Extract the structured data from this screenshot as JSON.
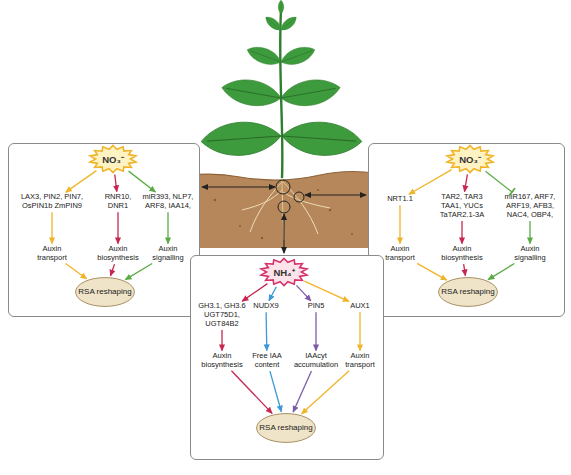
{
  "diagram": {
    "nodes": [
      {
        "text": []
      },
      {
        "text": [
          "NO₃⁻"
        ],
        "in": 0
      },
      {
        "text": [
          "LAX3, PIN2, PIN7, OsPIN1b ZmPIN9"
        ],
        "in": 0
      },
      {
        "text": [
          "RNR10, DNR1"
        ],
        "in": 0
      },
      {
        "text": [
          "miR393, NLP7, ARF8, IAA14,"
        ],
        "in": 0
      },
      {
        "text": [
          "Auxin transport"
        ],
        "in": 0
      },
      {
        "text": [
          "Auxin biosynthesis"
        ],
        "in": 0
      },
      {
        "text": [
          "Auxin signalling"
        ],
        "in": 0
      },
      {
        "text": [
          "RSA reshaping"
        ],
        "in": 0
      },
      {
        "text": []
      },
      {
        "text": [
          "NO₃⁻"
        ],
        "in": 9
      },
      {
        "text": [
          "NRT1.1"
        ],
        "in": 9
      },
      {
        "text": [
          "TAR2, TAR3 TAA1, YUCs TaTAR2.1-3A"
        ],
        "in": 9
      },
      {
        "text": [
          "miR167, ARF7, ARF19, AFB3, NAC4, OBP4,"
        ],
        "in": 9
      },
      {
        "text": [
          "Auxin transport"
        ],
        "in": 9
      },
      {
        "text": [
          "Auxin biosynthesis"
        ],
        "in": 9
      },
      {
        "text": [
          "Auxin signalling"
        ],
        "in": 9
      },
      {
        "text": [
          "RSA reshaping"
        ],
        "in": 9
      },
      {
        "text": []
      },
      {
        "text": [
          "NH₄⁺"
        ],
        "in": 18
      },
      {
        "text": [
          "GH3.1, GH3.6 UGT75D1, UGT84B2"
        ],
        "in": 18
      },
      {
        "text": [
          "NUDX9"
        ],
        "in": 18
      },
      {
        "text": [
          "PIN5"
        ],
        "in": 18
      },
      {
        "text": [
          "AUX1"
        ],
        "in": 18
      },
      {
        "text": [
          "Auxin biosynthesis"
        ],
        "in": 18
      },
      {
        "text": [
          "Free IAA content"
        ],
        "in": 18
      },
      {
        "text": [
          "IAAcyt accumulation"
        ],
        "in": 18
      },
      {
        "text": [
          "Auxin transport"
        ],
        "in": 18
      },
      {
        "text": [
          "RSA reshaping"
        ],
        "in": 18
      }
    ],
    "edges": [
      {
        "from": 1,
        "to": 2,
        "arrow": "to"
      },
      {
        "from": 1,
        "to": 3,
        "arrow": "to"
      },
      {
        "from": 1,
        "to": 4,
        "arrow": "to"
      },
      {
        "from": 2,
        "to": 5,
        "arrow": "to"
      },
      {
        "from": 3,
        "to": 6,
        "arrow": "to"
      },
      {
        "from": 4,
        "to": 7,
        "arrow": "to"
      },
      {
        "from": 5,
        "to": 8,
        "arrow": "to"
      },
      {
        "from": 6,
        "to": 8,
        "arrow": "to"
      },
      {
        "from": 7,
        "to": 8,
        "arrow": "to"
      },
      {
        "from": 10,
        "to": 11,
        "arrow": "to"
      },
      {
        "from": 10,
        "to": 12,
        "arrow": "to"
      },
      {
        "from": 10,
        "to": 13,
        "arrow": "to"
      },
      {
        "from": 11,
        "to": 14,
        "arrow": "to"
      },
      {
        "from": 12,
        "to": 15,
        "arrow": "to"
      },
      {
        "from": 13,
        "to": 16,
        "arrow": "to"
      },
      {
        "from": 14,
        "to": 17,
        "arrow": "to"
      },
      {
        "from": 15,
        "to": 17,
        "arrow": "to"
      },
      {
        "from": 16,
        "to": 17,
        "arrow": "to"
      },
      {
        "from": 19,
        "to": 20,
        "arrow": "to"
      },
      {
        "from": 19,
        "to": 21,
        "arrow": "to"
      },
      {
        "from": 19,
        "to": 22,
        "arrow": "to"
      },
      {
        "from": 19,
        "to": 23,
        "arrow": "to"
      },
      {
        "from": 20,
        "to": 24,
        "arrow": "to"
      },
      {
        "from": 21,
        "to": 25,
        "arrow": "to"
      },
      {
        "from": 22,
        "to": 26,
        "arrow": "to"
      },
      {
        "from": 23,
        "to": 27,
        "arrow": "to"
      },
      {
        "from": 24,
        "to": 28,
        "arrow": "to"
      },
      {
        "from": 25,
        "to": 28,
        "arrow": "to"
      },
      {
        "from": 26,
        "to": 28,
        "arrow": "to"
      },
      {
        "from": 27,
        "to": 28,
        "arrow": "to"
      }
    ]
  }
}
